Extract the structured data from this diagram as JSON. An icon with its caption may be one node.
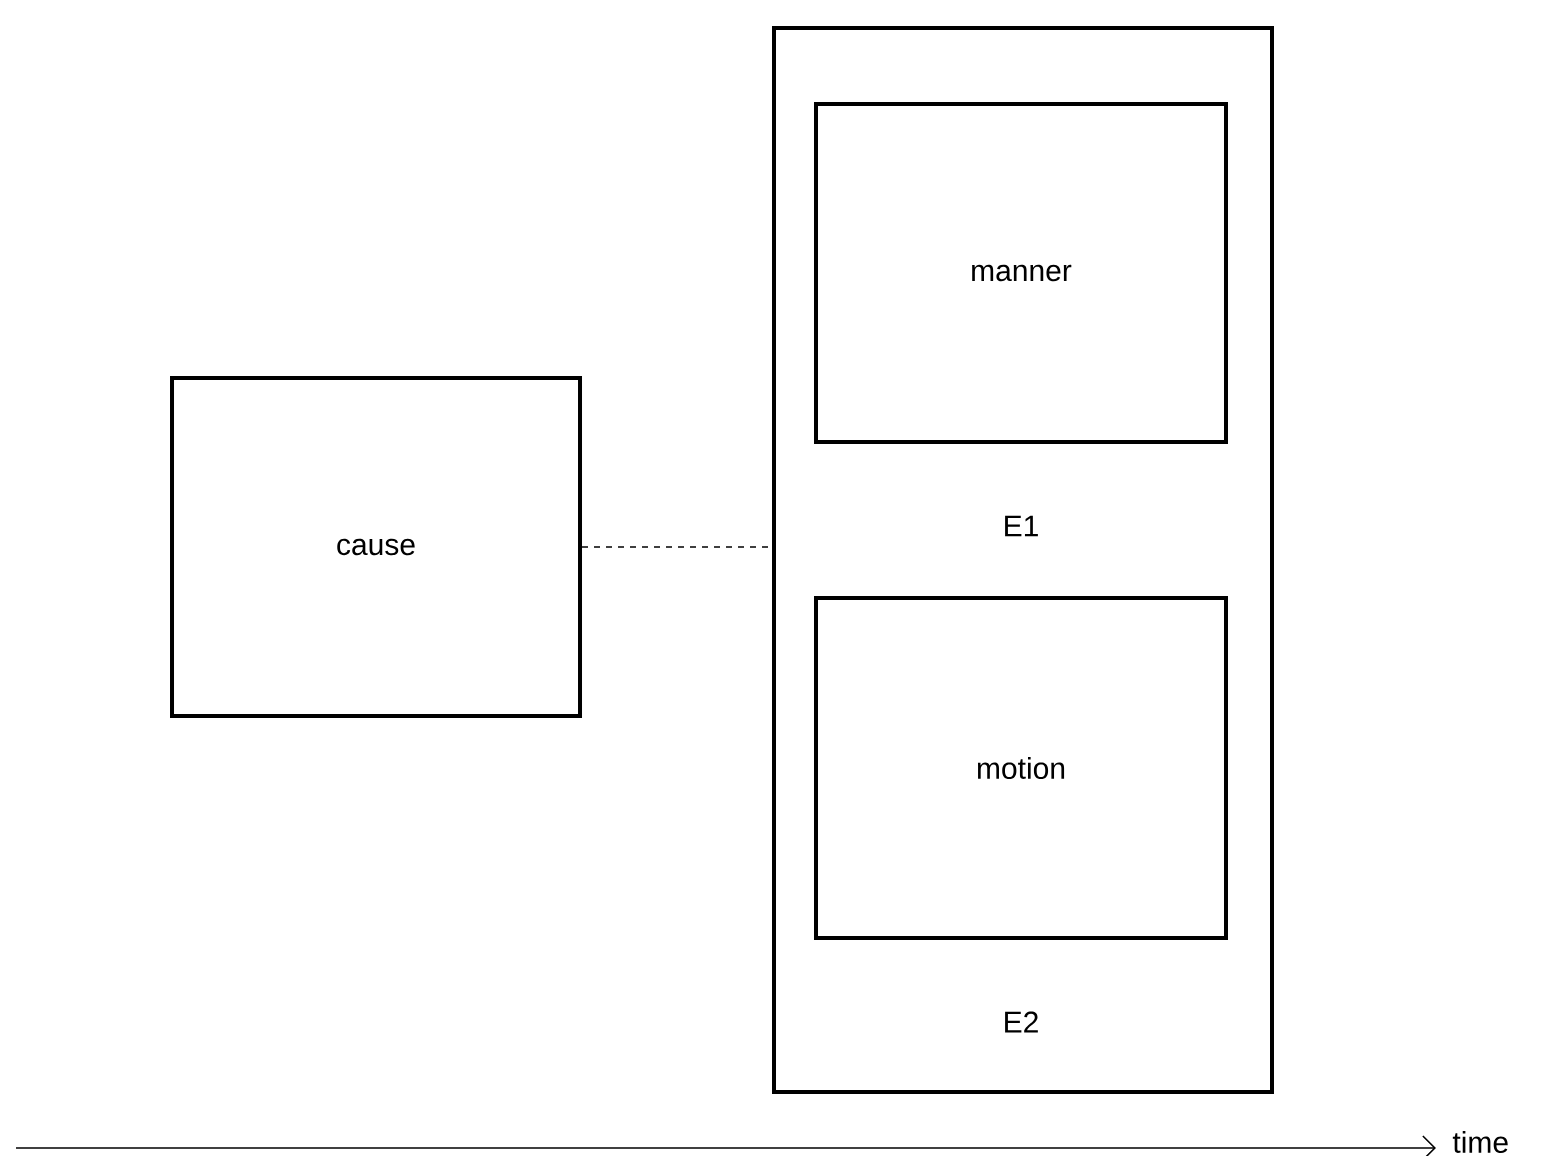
{
  "diagram": {
    "nodes": [
      {
        "text": [
          "cause"
        ]
      },
      {
        "text": [],
        "shape": "box"
      },
      {
        "text": [
          "manner"
        ],
        "in": 1,
        "beside": [
          "E1"
        ]
      },
      {
        "text": [
          "motion"
        ],
        "in": 1,
        "beside": [
          "E2"
        ]
      }
    ],
    "edges": [
      {
        "from": 0,
        "to": 1,
        "arrow": "none",
        "style": "dashed"
      }
    ],
    "labels": [
      "time"
    ]
  }
}
